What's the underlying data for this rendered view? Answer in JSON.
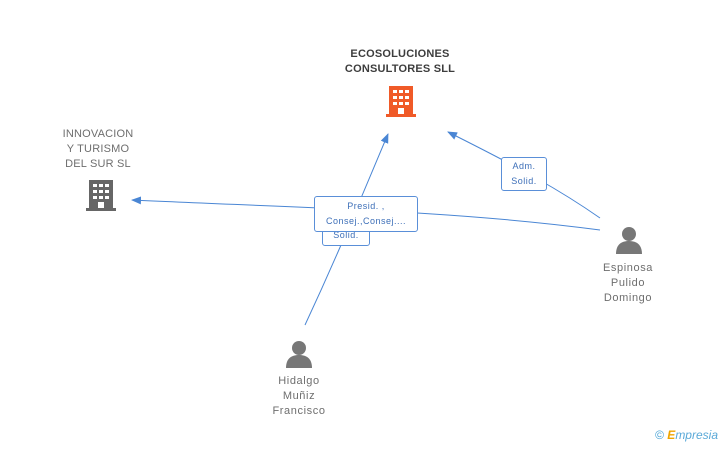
{
  "companies": {
    "main": {
      "name": "ECOSOLUCIONES\nCONSULTORES SLL",
      "color": "#f05a28"
    },
    "other": {
      "name": "INNOVACION\nY TURISMO\nDEL SUR SL",
      "color": "#666666"
    }
  },
  "people": {
    "espinosa": {
      "name": "Espinosa\nPulido\nDomingo"
    },
    "hidalgo": {
      "name": "Hidalgo\nMuñiz\nFrancisco"
    }
  },
  "relations": {
    "espinosa_to_main": "Adm.\nSolid.",
    "hidalgo_second_role": "Solid.",
    "group_roles": "Presid. ,\nConsej.,Consej...."
  },
  "edge_color": "#4a86d4",
  "watermark": {
    "copyright": "©",
    "e": "E",
    "brand": "mpresia"
  }
}
